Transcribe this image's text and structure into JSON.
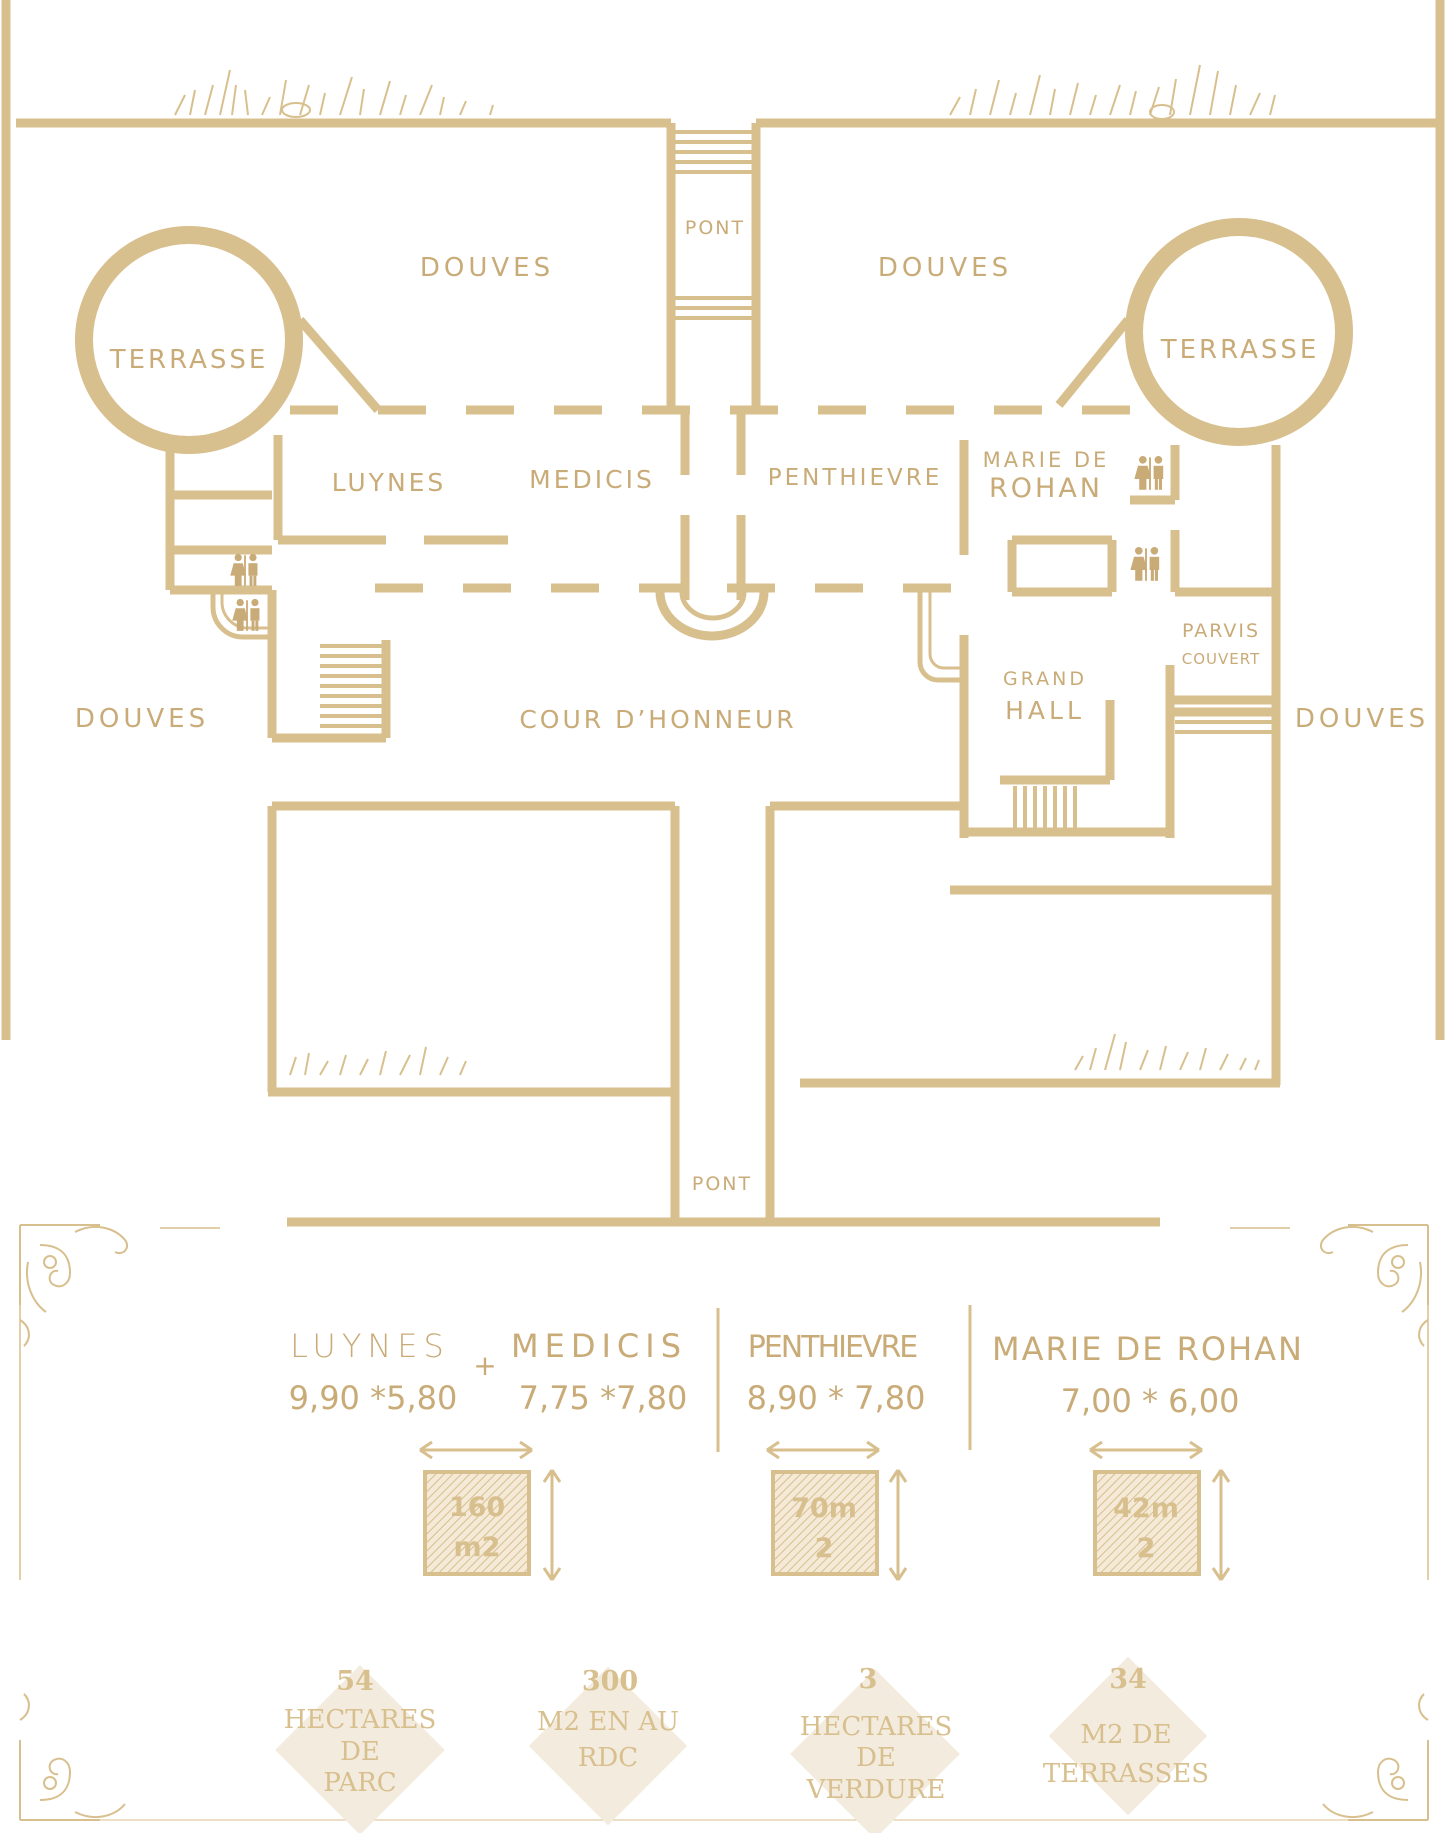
{
  "palette": {
    "gold": "#d8bf8e",
    "gold_text": "#c9ab78",
    "hatch_fill": "#efe3cc",
    "diamond": "#f3ebdd",
    "background": "#ffffff"
  },
  "plan": {
    "douves_top_left": "DOUVES",
    "douves_top_right": "DOUVES",
    "douves_left": "DOUVES",
    "douves_right": "DOUVES",
    "pont_top": "PONT",
    "pont_bottom": "PONT",
    "terrasse_left": "TERRASSE",
    "terrasse_right": "TERRASSE",
    "luynes": "LUYNES",
    "medicis": "MEDICIS",
    "penthievre": "PENTHIEVRE",
    "marie_de": "MARIE DE",
    "rohan": "ROHAN",
    "parvis": "PARVIS",
    "couvert": "COUVERT",
    "grand": "GRAND",
    "hall": "HALL",
    "cour_honneur": "COUR D’HONNEUR",
    "restroom_icon": "restroom-icon"
  },
  "rooms": {
    "luynes_name": "LUYNES",
    "luynes_dims": "9,90 *5,80",
    "plus": "+",
    "medicis_name": "MEDICIS",
    "medicis_dims": "7,75 *7,80",
    "penthievre_name": "PENTHIEVRE",
    "penthievre_dims": "8,90 * 7,80",
    "marie_name": "MARIE DE ROHAN",
    "marie_dims": "7,00 * 6,00",
    "area1_a": "160",
    "area1_b": "m2",
    "area2_a": "70m",
    "area2_b": "2",
    "area3_a": "42m",
    "area3_b": "2"
  },
  "stats": [
    {
      "number": "54",
      "l1": "HECTARES",
      "l2": "DE",
      "l3": "PARC"
    },
    {
      "number": "300",
      "l1": "M2 EN AU",
      "l2": "RDC",
      "l3": ""
    },
    {
      "number": "3",
      "l1": "HECTARES",
      "l2": "DE",
      "l3": "VERDURE"
    },
    {
      "number": "34",
      "l1": "M2 DE",
      "l2": "TERRASSES",
      "l3": ""
    }
  ]
}
